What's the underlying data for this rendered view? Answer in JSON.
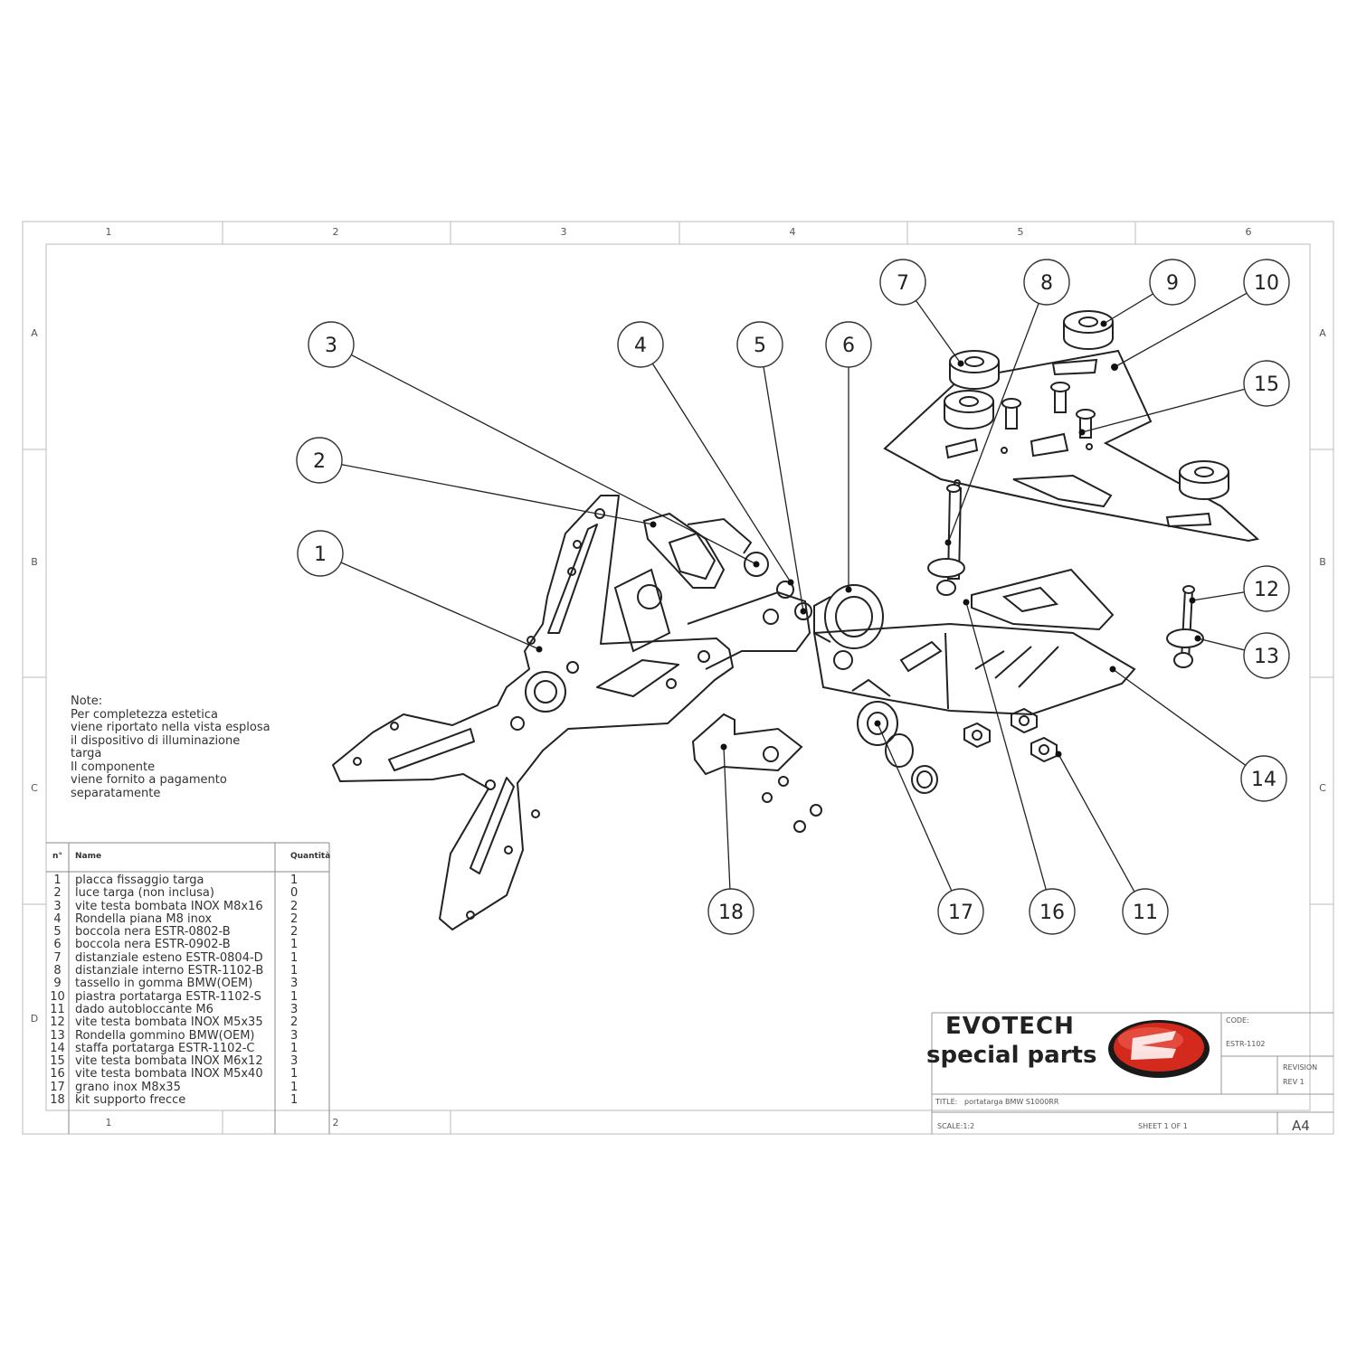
{
  "frame": {
    "columns": [
      "1",
      "2",
      "3",
      "4",
      "5",
      "6"
    ],
    "rows": [
      "A",
      "B",
      "C",
      "D"
    ],
    "bottom_columns": [
      "1",
      "2"
    ]
  },
  "callouts": [
    "1",
    "2",
    "3",
    "4",
    "5",
    "6",
    "7",
    "8",
    "9",
    "10",
    "11",
    "12",
    "13",
    "14",
    "15",
    "16",
    "17",
    "18"
  ],
  "note": {
    "lines": [
      "Note:",
      "Per completezza estetica",
      "viene riportato  nella vista esplosa",
      "il dispositivo di illuminazione",
      "targa",
      "Il componente",
      "viene fornito a pagamento",
      "separatamente"
    ]
  },
  "bom": {
    "headers": {
      "n": "n°",
      "name": "Name",
      "qty": "Quantità"
    },
    "rows": [
      {
        "n": "1",
        "name": "placca fissaggio targa",
        "qty": "1"
      },
      {
        "n": "2",
        "name": "luce targa (non inclusa)",
        "qty": "0"
      },
      {
        "n": "3",
        "name": "vite testa bombata INOX M8x16",
        "qty": "2"
      },
      {
        "n": "4",
        "name": "Rondella piana M8 inox",
        "qty": "2"
      },
      {
        "n": "5",
        "name": "boccola  nera ESTR-0802-B",
        "qty": "2"
      },
      {
        "n": "6",
        "name": "boccola  nera ESTR-0902-B",
        "qty": "1"
      },
      {
        "n": "7",
        "name": "distanziale esteno ESTR-0804-D",
        "qty": "1"
      },
      {
        "n": "8",
        "name": "distanziale  interno ESTR-1102-B",
        "qty": "1"
      },
      {
        "n": "9",
        "name": "tassello in gomma BMW(OEM)",
        "qty": "3"
      },
      {
        "n": "10",
        "name": "piastra portatarga ESTR-1102-S",
        "qty": "1"
      },
      {
        "n": "11",
        "name": "dado autobloccante M6",
        "qty": "3"
      },
      {
        "n": "12",
        "name": "vite testa bombata INOX M5x35",
        "qty": "2"
      },
      {
        "n": "13",
        "name": "Rondella gommino  BMW(OEM)",
        "qty": "3"
      },
      {
        "n": "14",
        "name": "staffa portatarga ESTR-1102-C",
        "qty": "1"
      },
      {
        "n": "15",
        "name": "vite testa bombata INOX M6x12",
        "qty": "3"
      },
      {
        "n": "16",
        "name": "vite testa bombata INOX M5x40",
        "qty": "1"
      },
      {
        "n": "17",
        "name": "grano inox M8x35",
        "qty": "1"
      },
      {
        "n": "18",
        "name": "kit supporto frecce",
        "qty": "1"
      }
    ]
  },
  "title_block": {
    "brand_line1": "EVOTECH",
    "brand_line2": "special parts",
    "code_label": "CODE:",
    "code_value": "ESTR-1102",
    "revision_label": "REVISION",
    "revision_value": "REV 1",
    "title_label": "TITLE:",
    "title_value": "portatarga BMW S1000RR",
    "scale": "SCALE:1:2",
    "sheet": "SHEET 1 OF 1",
    "size": "A4",
    "logo_color": "#d42a1e"
  }
}
